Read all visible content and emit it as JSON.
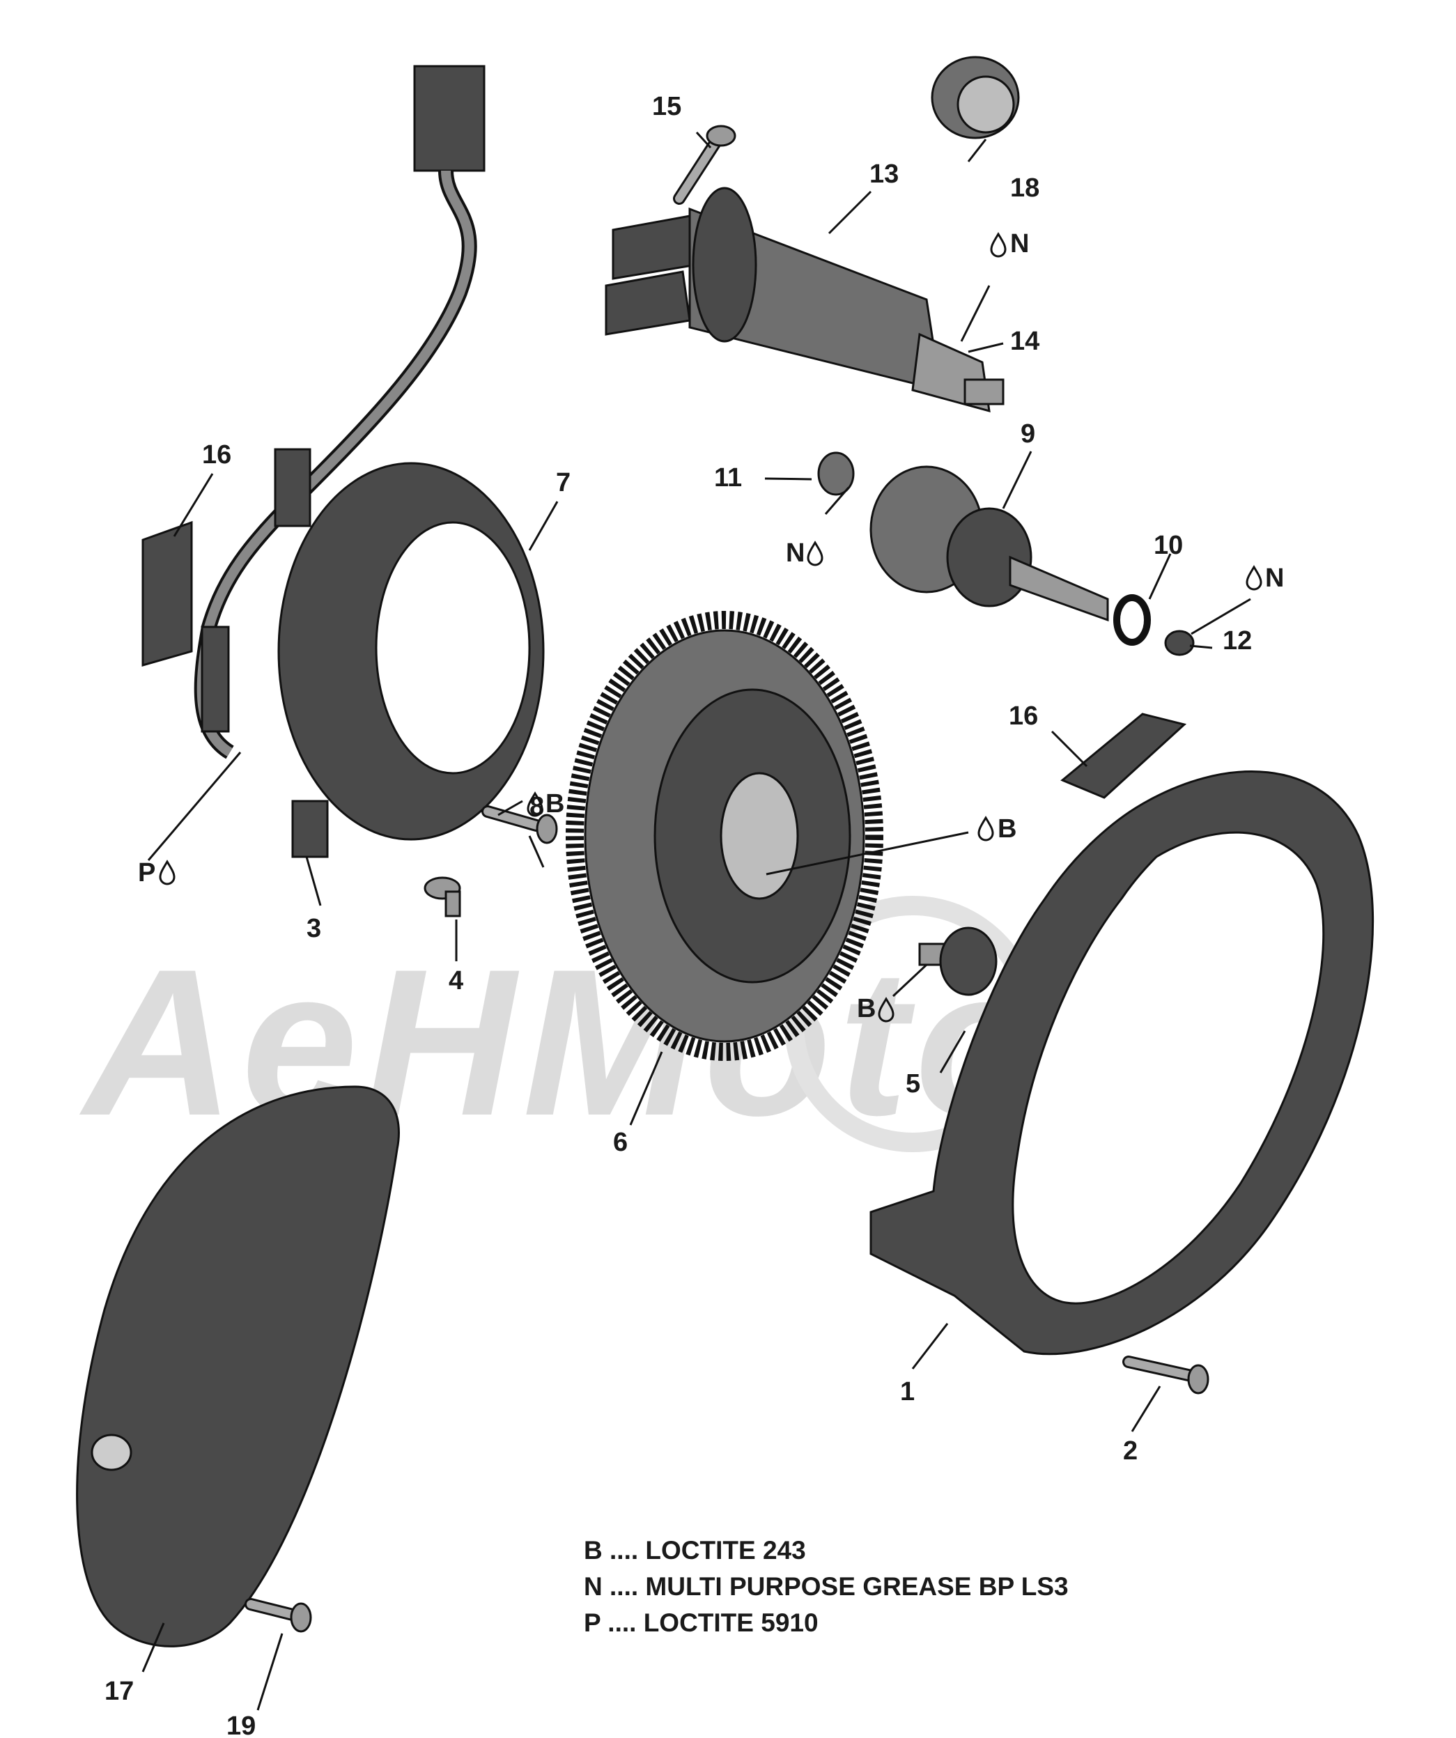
{
  "watermark": "AeHMoto",
  "parts": [
    {
      "id": "num-1",
      "label": "1"
    },
    {
      "id": "num-2",
      "label": "2"
    },
    {
      "id": "num-3",
      "label": "3"
    },
    {
      "id": "num-4",
      "label": "4"
    },
    {
      "id": "num-5",
      "label": "5"
    },
    {
      "id": "num-6",
      "label": "6"
    },
    {
      "id": "num-7",
      "label": "7"
    },
    {
      "id": "num-8",
      "label": "8"
    },
    {
      "id": "num-9",
      "label": "9"
    },
    {
      "id": "num-10",
      "label": "10"
    },
    {
      "id": "num-11",
      "label": "11"
    },
    {
      "id": "num-12",
      "label": "12"
    },
    {
      "id": "num-13",
      "label": "13"
    },
    {
      "id": "num-14",
      "label": "14"
    },
    {
      "id": "num-15",
      "label": "15"
    },
    {
      "id": "num-16a",
      "label": "16"
    },
    {
      "id": "num-16b",
      "label": "16"
    },
    {
      "id": "num-17",
      "label": "17"
    },
    {
      "id": "num-18",
      "label": "18"
    },
    {
      "id": "num-19",
      "label": "19"
    }
  ],
  "markers": [
    {
      "id": "mk-n-14",
      "letter": "N"
    },
    {
      "id": "mk-n-11",
      "letter": "N"
    },
    {
      "id": "mk-n-12",
      "letter": "N"
    },
    {
      "id": "mk-b-8",
      "letter": "B"
    },
    {
      "id": "mk-b-6",
      "letter": "B"
    },
    {
      "id": "mk-b-5",
      "letter": "B"
    },
    {
      "id": "mk-p-3",
      "letter": "P"
    }
  ],
  "legend": [
    {
      "letter": "B",
      "dots": "....",
      "text": "LOCTITE 243"
    },
    {
      "letter": "N",
      "dots": "....",
      "text": "MULTI PURPOSE GREASE BP LS3"
    },
    {
      "letter": "P",
      "dots": "....",
      "text": "LOCTITE 5910"
    }
  ]
}
